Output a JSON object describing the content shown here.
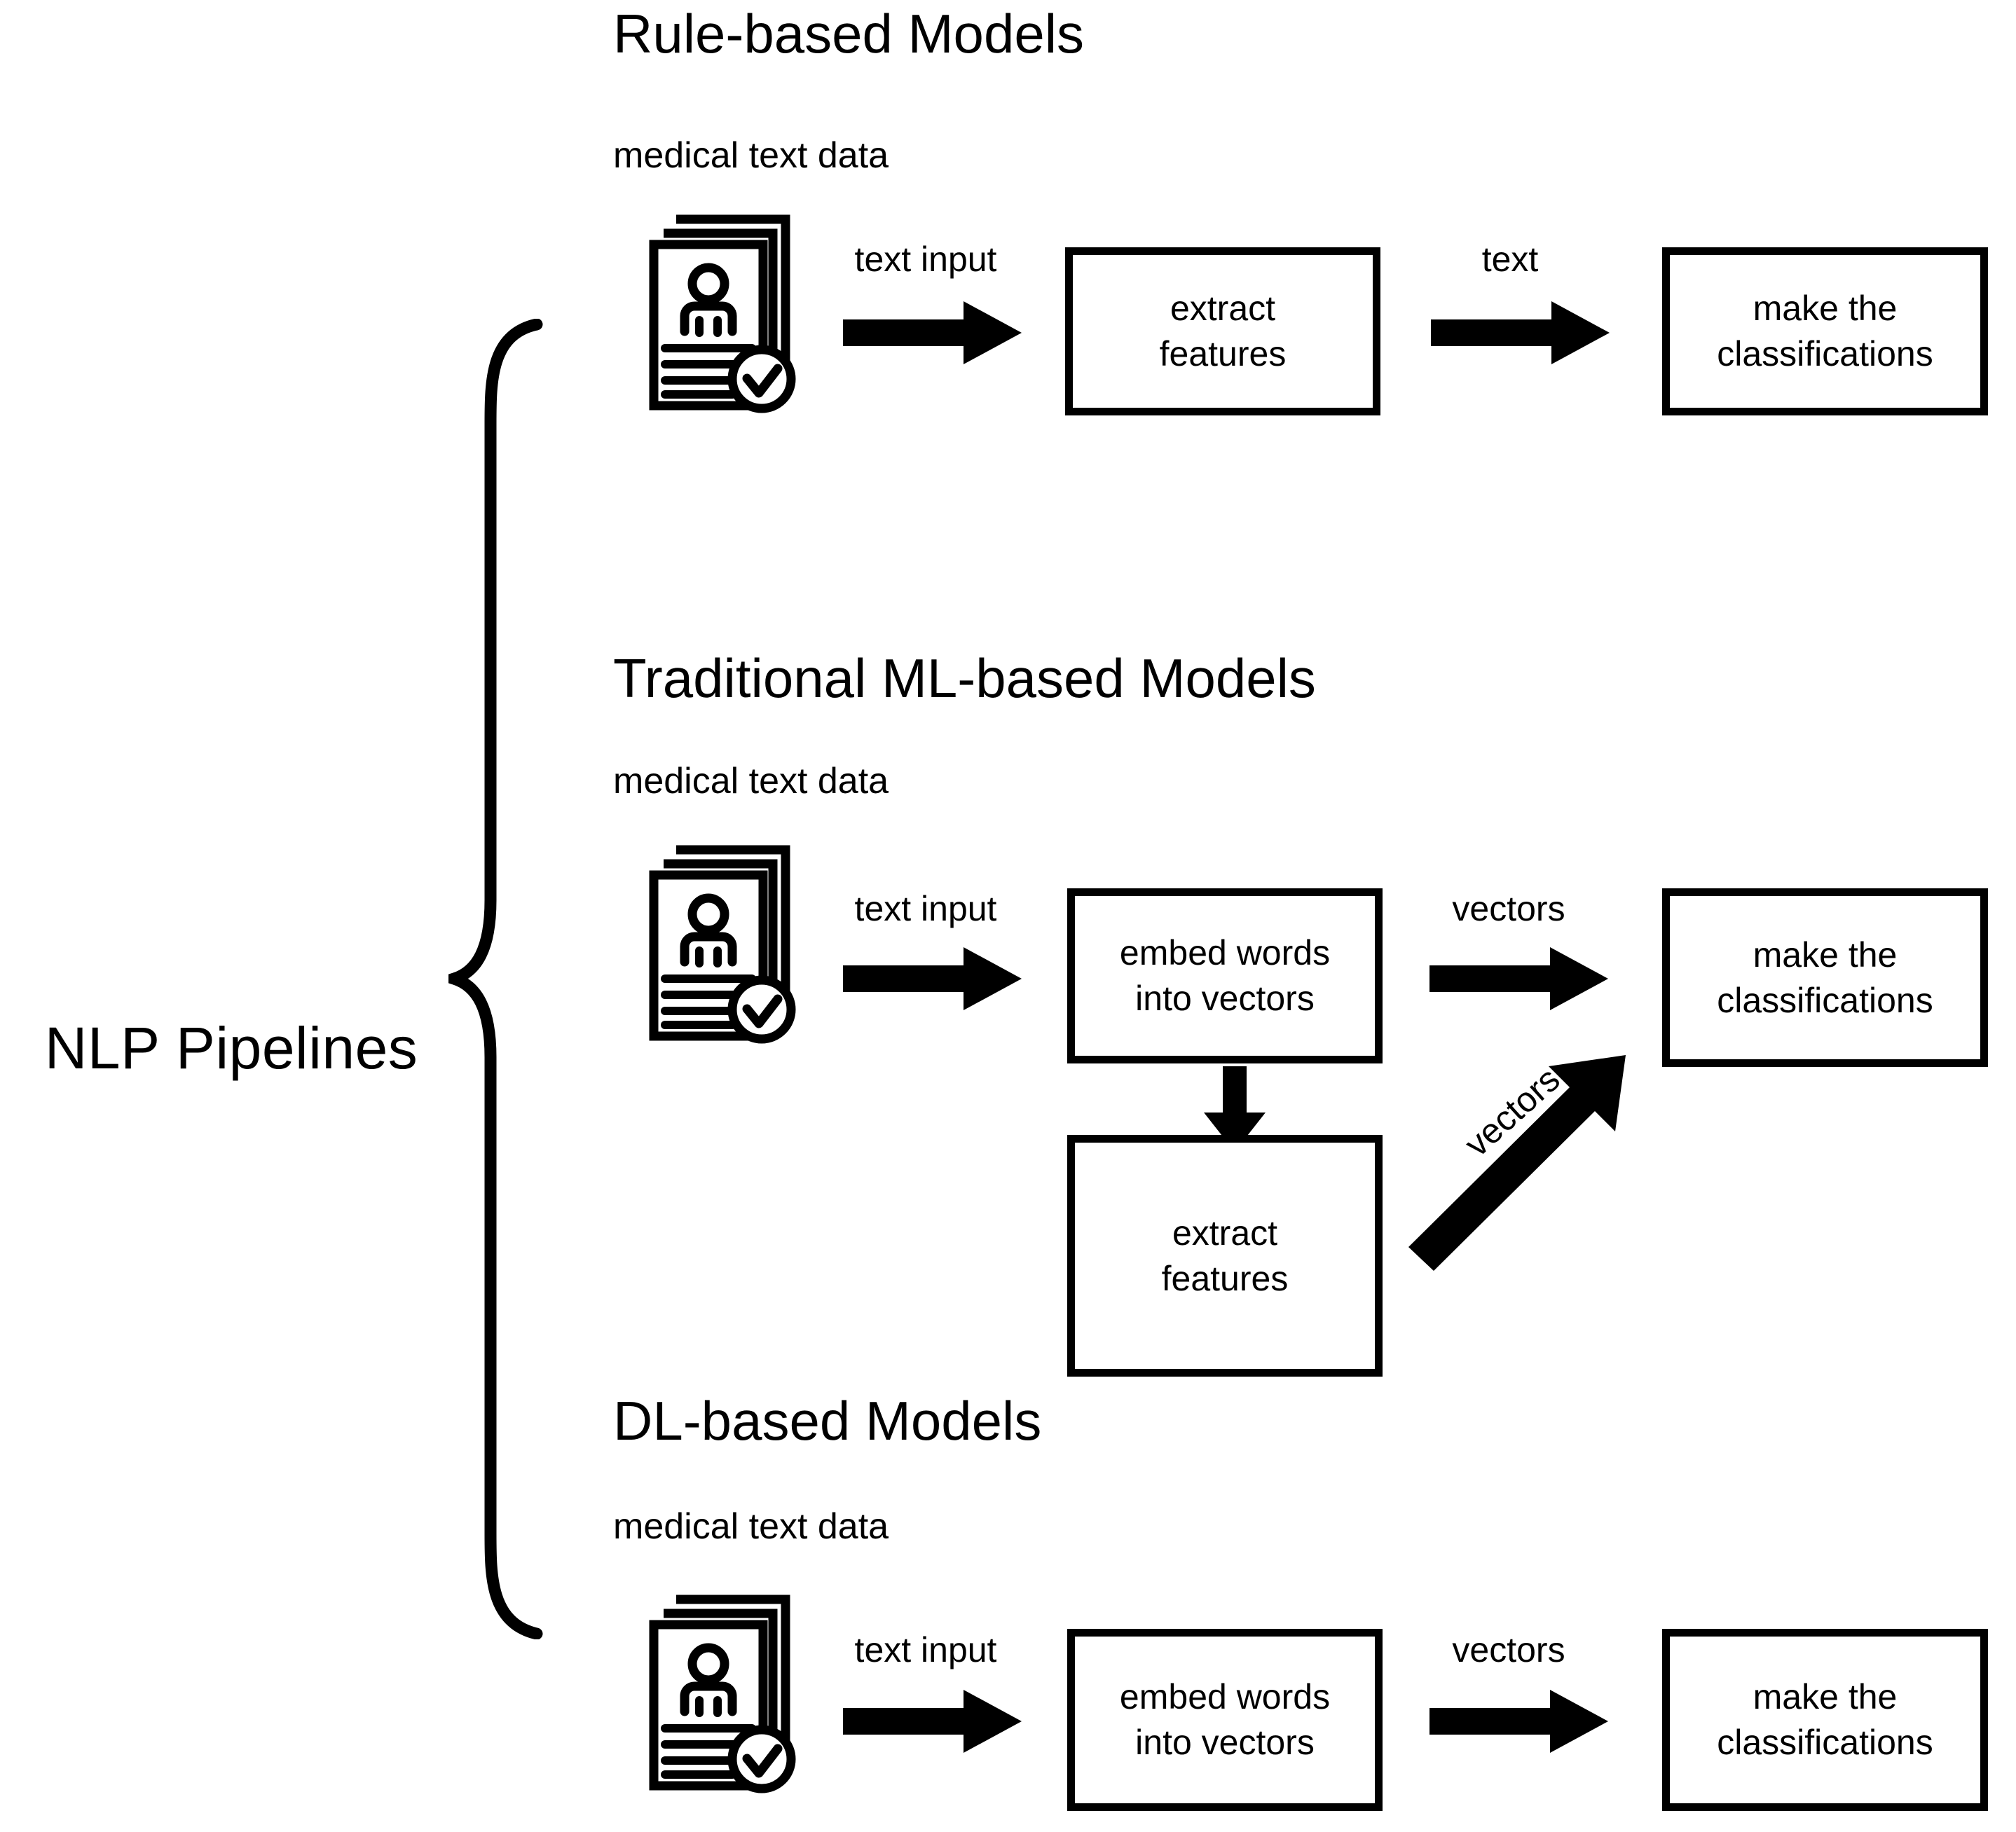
{
  "group": {
    "label": "NLP Pipelines",
    "brace_icon": "curly-brace-right"
  },
  "sections": [
    {
      "id": "rule-based",
      "title": "Rule-based Models",
      "source_caption": "medical text data",
      "source_icon": "medical-document-verified-icon",
      "boxes": [
        {
          "id": "extract-features",
          "lines": [
            "extract",
            "features"
          ]
        },
        {
          "id": "make-classifications",
          "lines": [
            "make the",
            "classifications"
          ]
        }
      ],
      "arrows": [
        {
          "id": "doc-to-extract",
          "label": "text input",
          "icon": "arrow-right-icon"
        },
        {
          "id": "extract-to-classify",
          "label": "text",
          "icon": "arrow-right-icon"
        }
      ]
    },
    {
      "id": "traditional-ml-based",
      "title": "Traditional ML-based Models",
      "source_caption": "medical text data",
      "source_icon": "medical-document-verified-icon",
      "boxes": [
        {
          "id": "embed-words",
          "lines": [
            "embed words",
            "into vectors"
          ]
        },
        {
          "id": "make-classifications",
          "lines": [
            "make the",
            "classifications"
          ]
        },
        {
          "id": "extract-features",
          "lines": [
            "extract",
            "features"
          ]
        }
      ],
      "arrows": [
        {
          "id": "doc-to-embed",
          "label": "text input",
          "icon": "arrow-right-icon"
        },
        {
          "id": "embed-to-classify",
          "label": "vectors",
          "icon": "arrow-right-icon"
        },
        {
          "id": "embed-to-extract",
          "label": "",
          "icon": "arrow-down-icon"
        },
        {
          "id": "extract-to-classify-diagonal",
          "label": "vectors",
          "icon": "arrow-diagonal-up-right-icon"
        }
      ]
    },
    {
      "id": "dl-based",
      "title": "DL-based Models",
      "source_caption": "medical text data",
      "source_icon": "medical-document-verified-icon",
      "boxes": [
        {
          "id": "embed-words",
          "lines": [
            "embed words",
            "into vectors"
          ]
        },
        {
          "id": "make-classifications",
          "lines": [
            "make the",
            "classifications"
          ]
        }
      ],
      "arrows": [
        {
          "id": "doc-to-embed",
          "label": "text input",
          "icon": "arrow-right-icon"
        },
        {
          "id": "embed-to-classify",
          "label": "vectors",
          "icon": "arrow-right-icon"
        }
      ]
    }
  ],
  "colors": {
    "stroke": "#000000",
    "background": "#ffffff"
  }
}
